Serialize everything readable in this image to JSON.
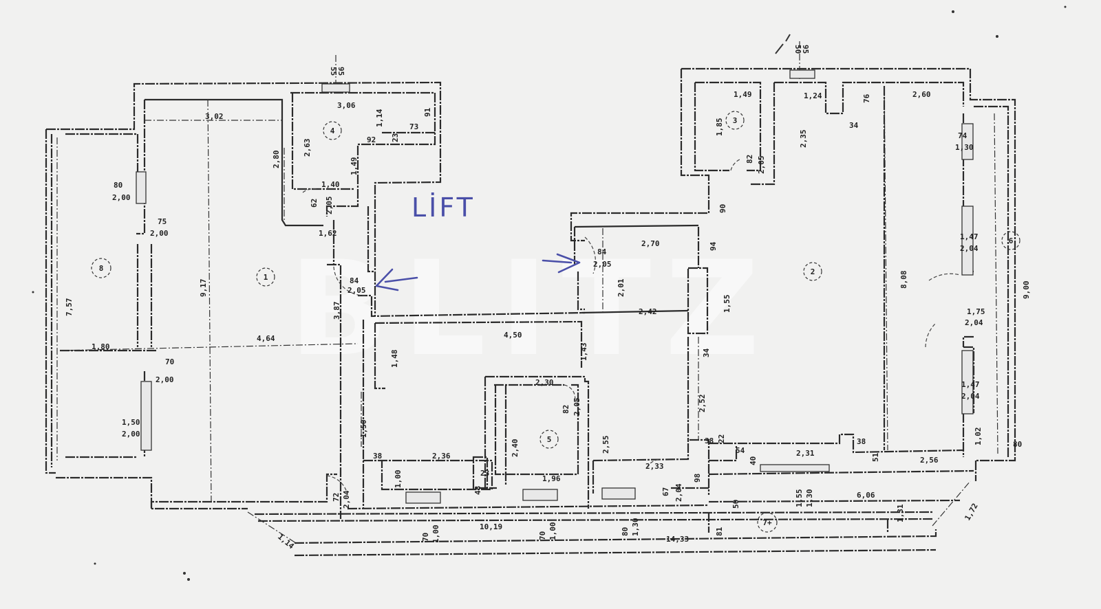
{
  "document": {
    "type": "apartment floor plan (scanned)",
    "watermark": "BLITZ",
    "background_color": "#f1f1f0",
    "ink_color": "#2a2a2a",
    "annotation_color": "#4a4fa8"
  },
  "annotations": {
    "lift_label": "LİFT",
    "lift_arrow_left": "arrow pointing left to entrance door",
    "lift_arrow_right": "arrow pointing right to entrance door"
  },
  "rooms": [
    {
      "id": "1",
      "label": "1"
    },
    {
      "id": "2",
      "label": "2"
    },
    {
      "id": "3",
      "label": "3"
    },
    {
      "id": "4",
      "label": "4"
    },
    {
      "id": "5",
      "label": "5"
    },
    {
      "id": "6",
      "label": "6"
    },
    {
      "id": "7",
      "label": "7+"
    },
    {
      "id": "8",
      "label": "8"
    }
  ],
  "dimensions": {
    "left_wing": {
      "top_window_a": "55",
      "top_window_b": "95",
      "room1_top_width": "3,02",
      "room4_width": "3,06",
      "room4_side_a": "1,14",
      "room4_side_b": "91",
      "room4_depth": "2,63",
      "room4_small_a": "92",
      "room4_small_b": "23",
      "room4_small_c": "73",
      "room4_lower": "1,49",
      "room4_bottom": "1,40",
      "bath_door_w": "62",
      "bath_door_h": "2,05",
      "corridor_top": "1,62",
      "room1_height_top": "2,80",
      "room8_window_w": "80",
      "room8_window_h": "2,00",
      "room8_door_w": "75",
      "room8_door_h": "2,00",
      "room1_length": "9,17",
      "room8_length": "7,57",
      "room8_width": "1,80",
      "room1_width": "4,64",
      "entry_door_w": "84",
      "entry_door_h": "2,05",
      "entry_wall": "3,87",
      "lower_door_w": "70",
      "lower_door_h": "2,00",
      "window_lower_w": "1,50",
      "window_lower_h": "2,00",
      "lower_right": "1,50",
      "corner_door_w": "72",
      "corner_door_h": "2,04",
      "bottom_diag": "1,14"
    },
    "center": {
      "corridor_width": "4,50",
      "corridor_left_h": "1,48",
      "corridor_right_h": "1,43",
      "room5_top": "2,30",
      "room5_door_w": "82",
      "room5_door_h": "2,05",
      "room5_depth": "2,40",
      "room5_side": "2,55",
      "room5_bottom": "1,96",
      "kitchen_corner": "38",
      "kitchen_width": "2,36",
      "kitchen_depth": "1,00",
      "kitchen_small_a": "23",
      "kitchen_small_b": "48",
      "window_a_w": "70",
      "window_a_h": "1,00",
      "total_bottom_a": "10,19",
      "window_b_w": "70",
      "window_b_h": "1,00",
      "window_c_w": "80",
      "window_c_h": "1,30",
      "total_bottom_b": "14,33"
    },
    "right_wing": {
      "top_window_a": "50",
      "top_window_b": "95",
      "room3_width": "1,49",
      "room3_depth": "1,85",
      "room3_door_w": "82",
      "room3_door_h": "2,05",
      "wall_a": "2,35",
      "top_a": "1,24",
      "niche_depth": "76",
      "niche_width": "34",
      "top_b": "2,60",
      "window_top_w": "74",
      "window_top_h": "1,30",
      "left_wall_90": "90",
      "entry_door_w": "84",
      "entry_door_h": "2,05",
      "hall_top": "2,70",
      "hall_side": "94",
      "hall_depth": "2,01",
      "hall_bottom": "2,42",
      "pillar": "1,55",
      "pillar_base": "34",
      "room2_length": "8,08",
      "room2_lower": "2,52",
      "window_mid_w": "1,47",
      "window_mid_h": "2,04",
      "balcony_door_w": "1,75",
      "balcony_door_h": "2,04",
      "window_low_w": "1,47",
      "window_low_h": "2,04",
      "room6_length": "9,00",
      "bottom_right_h": "1,02",
      "balcony_end": "80",
      "bottom_a": "2,56",
      "bottom_b": "2,31",
      "pier_a": "38",
      "pier_b": "22",
      "pier_c": "54",
      "pier_d": "40",
      "pier_e": "38",
      "pier_f": "51",
      "lower_door_w": "67",
      "lower_door_h": "2,04",
      "small_98": "98",
      "room2_bottom": "2,33",
      "window_bottom_w": "1,55",
      "window_bottom_h": "1,30",
      "wall_50": "50",
      "wall_81": "81",
      "terrace_width": "6,06",
      "terrace_depth": "1,31",
      "terrace_diag": "1,72"
    }
  }
}
